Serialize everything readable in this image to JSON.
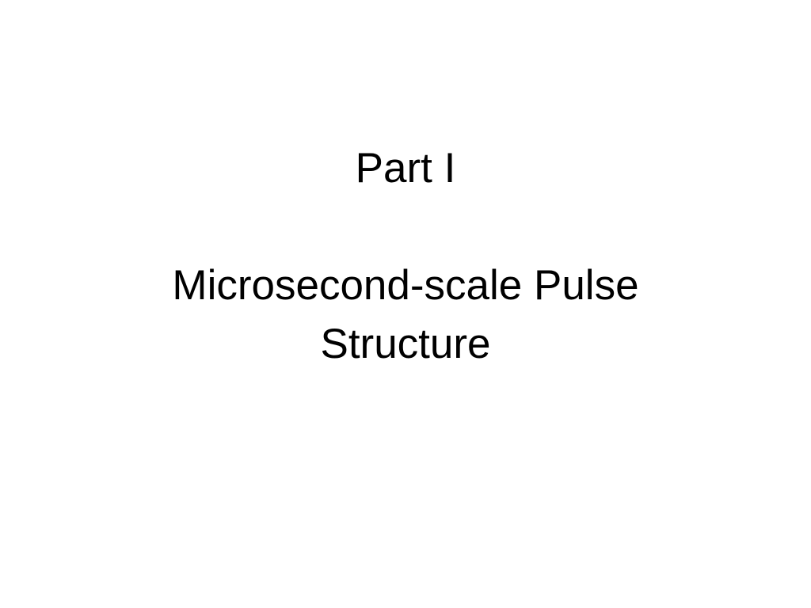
{
  "slide": {
    "part_label": "Part I",
    "title_line_1": "Microsecond-scale Pulse",
    "title_line_2": "Structure"
  },
  "colors": {
    "background": "#ffffff",
    "text": "#000000"
  }
}
